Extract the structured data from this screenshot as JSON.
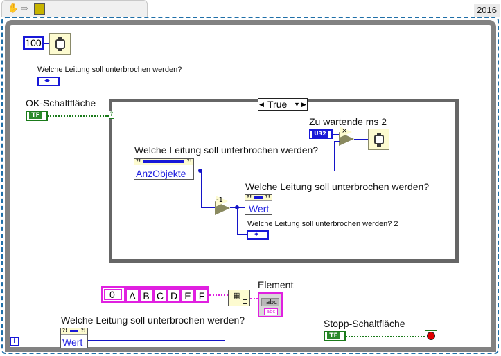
{
  "toolbar": {
    "icons": [
      "hand-tool-icon",
      "arrow-right-icon",
      "vi-icon"
    ],
    "version": "2016"
  },
  "loop": {
    "wait_constant": "100",
    "wait_icon": "wait-ms-icon",
    "info_icon": "i"
  },
  "controls": {
    "ring_label": "Welche Leitung soll unterbrochen werden?",
    "ring_glyph": "◂▸",
    "ok_label": "OK-Schaltfläche",
    "ok_terminal": "TF",
    "stop_label": "Stopp-Schaltfläche",
    "stop_terminal": "TF"
  },
  "case_structure": {
    "selector_value": "True",
    "selector_terminal": "?",
    "wait_label": "Zu wartende ms 2",
    "u32_label": "U32",
    "multiply_symbol": "×",
    "decrement_symbol": "-1",
    "property_node_1": {
      "label": "Welche Leitung soll unterbrochen werden?",
      "property": "AnzObjekte"
    },
    "property_node_2": {
      "label": "Welche Leitung soll unterbrochen werden?",
      "property": "Wert"
    },
    "ring_indicator_label": "Welche Leitung soll unterbrochen werden? 2"
  },
  "array_section": {
    "index_value": "0",
    "array_items": [
      "A",
      "B",
      "C",
      "D",
      "E",
      "F"
    ],
    "element_label": "Element",
    "indicator_value": "abc",
    "indicator_type": "abc",
    "property_node": {
      "label": "Welche Leitung soll unterbrochen werden?",
      "property": "Wert"
    }
  },
  "colors": {
    "integer_wire": "#1414c8",
    "boolean_wire": "#1a7a1a",
    "string_wire": "#e020e0",
    "loop_frame": "#828282",
    "dashed_border": "#1f6fa8"
  }
}
